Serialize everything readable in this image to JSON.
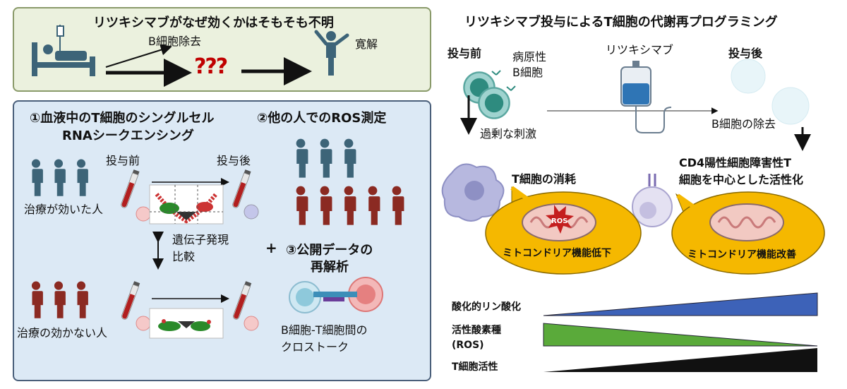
{
  "top_panel": {
    "title": "リツキシマブがなぜ効くかはそもそも不明",
    "b_cell_removal": "B細胞除去",
    "remission": "寛解",
    "question_marks": "???"
  },
  "left_panel": {
    "step1_line1": "①血液中のT細胞のシングルセル",
    "step1_line2": "RNAシークエンシング",
    "step2": "②他の人でのROS測定",
    "before": "投与前",
    "after": "投与後",
    "responders": "治療が効いた人",
    "non_responders": "治療の効かない人",
    "gene_compare_1": "遺伝子発現",
    "gene_compare_2": "比較",
    "plus": "+",
    "step3_line1": "③公開データの",
    "step3_line2": "再解析",
    "crosstalk_line1": "B細胞-T細胞間の",
    "crosstalk_line2": "クロストーク"
  },
  "right_panel": {
    "title": "リツキシマブ投与によるT細胞の代謝再プログラミング",
    "before": "投与前",
    "pathogenic_1": "病原性",
    "pathogenic_2": "B細胞",
    "rituximab": "リツキシマブ",
    "after": "投与後",
    "excess_stim": "過剰な刺激",
    "b_cell_removed": "B細胞の除去",
    "exhaustion": "T細胞の消耗",
    "cd4_line1": "CD4陽性細胞障害性T",
    "cd4_line2": "細胞を中心とした活性化",
    "ros": "ROS",
    "mito_down": "ミトコンドリア機能低下",
    "mito_up": "ミトコンドリア機能改善",
    "oxphos": "酸化的リン酸化",
    "ros_label_1": "活性酸素種",
    "ros_label_2": "(ROS)",
    "t_activity": "T細胞活性"
  },
  "colors": {
    "top_bg": "#ebf1de",
    "main_bg": "#dce9f5",
    "person_blue": "#3d6478",
    "person_red": "#8b2a22",
    "bubble_yellow": "#f5b800",
    "oxphos_blue": "#3d62b8",
    "ros_green": "#5aaa3a",
    "activity_black": "#111111"
  }
}
